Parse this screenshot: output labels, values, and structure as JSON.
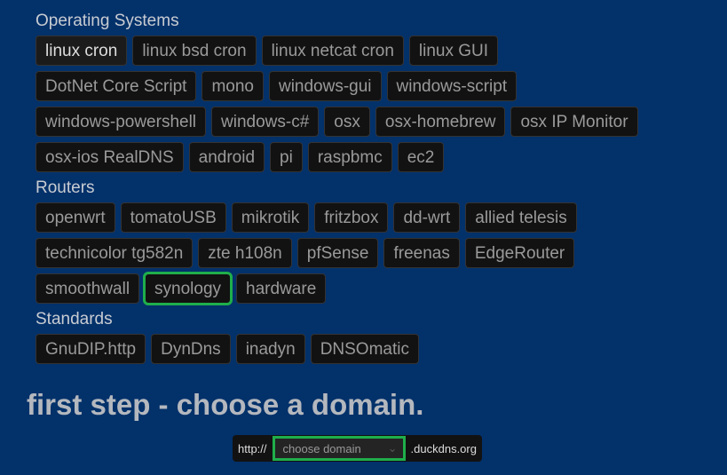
{
  "sections": [
    {
      "title": "Operating Systems",
      "items": [
        "linux cron",
        "linux bsd cron",
        "linux netcat cron",
        "linux GUI",
        "DotNet Core Script",
        "mono",
        "windows-gui",
        "windows-script",
        "windows-powershell",
        "windows-c#",
        "osx",
        "osx-homebrew",
        "osx IP Monitor",
        "osx-ios RealDNS",
        "android",
        "pi",
        "raspbmc",
        "ec2"
      ]
    },
    {
      "title": "Routers",
      "items": [
        "openwrt",
        "tomatoUSB",
        "mikrotik",
        "fritzbox",
        "dd-wrt",
        "allied telesis",
        "technicolor tg582n",
        "zte h108n",
        "pfSense",
        "freenas",
        "EdgeRouter",
        "smoothwall",
        "synology",
        "hardware"
      ]
    },
    {
      "title": "Standards",
      "items": [
        "GnuDIP.http",
        "DynDns",
        "inadyn",
        "DNSOmatic"
      ]
    }
  ],
  "active": "linux cron",
  "highlighted": "synology",
  "heading": "first step - choose a domain.",
  "domain": {
    "prefix": "http://",
    "select_value": "choose domain",
    "suffix": ".duckdns.org"
  }
}
